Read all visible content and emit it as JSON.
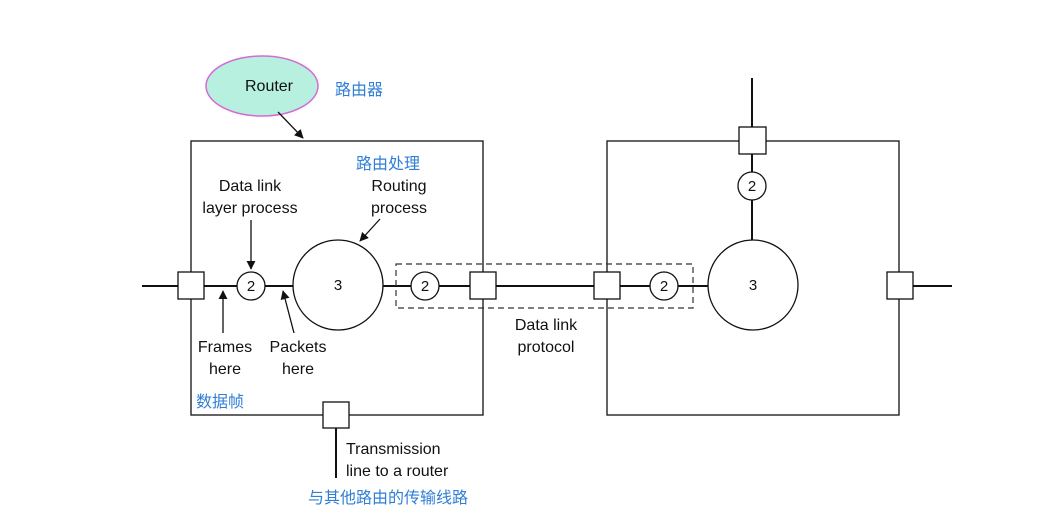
{
  "router_bubble": {
    "label": "Router",
    "color": "#b8f0e0",
    "border": "#d46ad4"
  },
  "cn_labels": {
    "router": "路由器",
    "routing_process": "路由处理",
    "frames": "数据帧",
    "transmission": "与其他路由的传输线路"
  },
  "labels": {
    "data_link_process_line1": "Data link",
    "data_link_process_line2": "layer process",
    "routing_process_line1": "Routing",
    "routing_process_line2": "process",
    "frames_line1": "Frames",
    "frames_line2": "here",
    "packets_line1": "Packets",
    "packets_line2": "here",
    "data_link_protocol_line1": "Data link",
    "data_link_protocol_line2": "protocol",
    "transmission_line1": "Transmission",
    "transmission_line2": "line to a router"
  },
  "nodes": {
    "left_dl": "2",
    "left_routing": "3",
    "mid_left_dl": "2",
    "mid_right_dl": "2",
    "right_routing": "3",
    "right_top_dl": "2"
  },
  "colors": {
    "chinese_annotation": "#2f7fd6"
  }
}
